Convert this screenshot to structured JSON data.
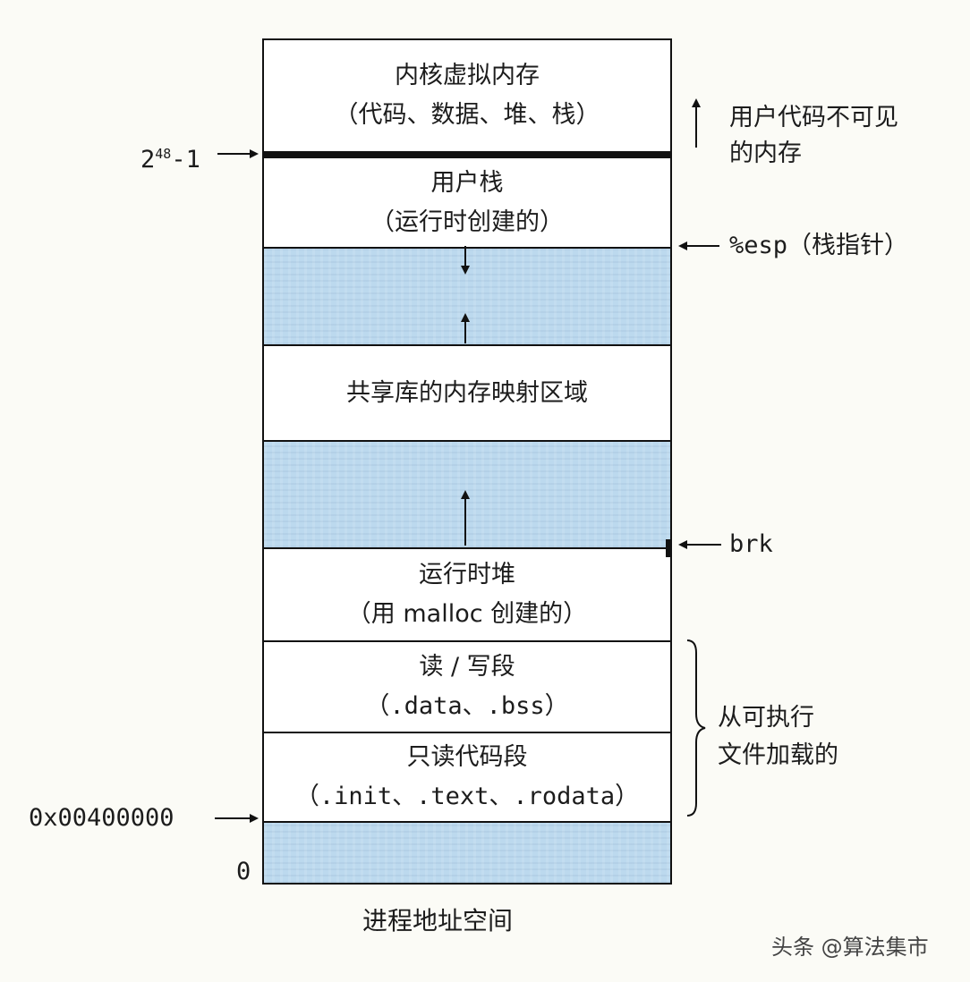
{
  "segments": {
    "kernel": {
      "line1": "内核虚拟内存",
      "line2": "（代码、数据、堆、栈）"
    },
    "user_stack": {
      "line1": "用户栈",
      "line2": "（运行时创建的）"
    },
    "shared_libs": {
      "line1": "共享库的内存映射区域"
    },
    "heap": {
      "line1": "运行时堆",
      "line2": "（用 malloc 创建的）"
    },
    "rw_segment": {
      "line1": "读 / 写段",
      "line2": "（.data、.bss）"
    },
    "ro_segment": {
      "line1": "只读代码段",
      "line2": "（.init、.text、.rodata）"
    }
  },
  "left_labels": {
    "top_address_base": "2",
    "top_address_exp": "48",
    "top_address_suffix": "-1",
    "start_address": "0x00400000",
    "zero": "0"
  },
  "right_labels": {
    "invisible_line1": "用户代码不可见",
    "invisible_line2": "的内存",
    "esp": "%esp",
    "esp_note": "（栈指针）",
    "brk": "brk",
    "loaded_line1": "从可执行",
    "loaded_line2": "文件加载的"
  },
  "caption": "进程地址空间",
  "watermark": "头条 @算法集市",
  "colors": {
    "free_region": "#bcd9ee",
    "line": "#111111"
  }
}
